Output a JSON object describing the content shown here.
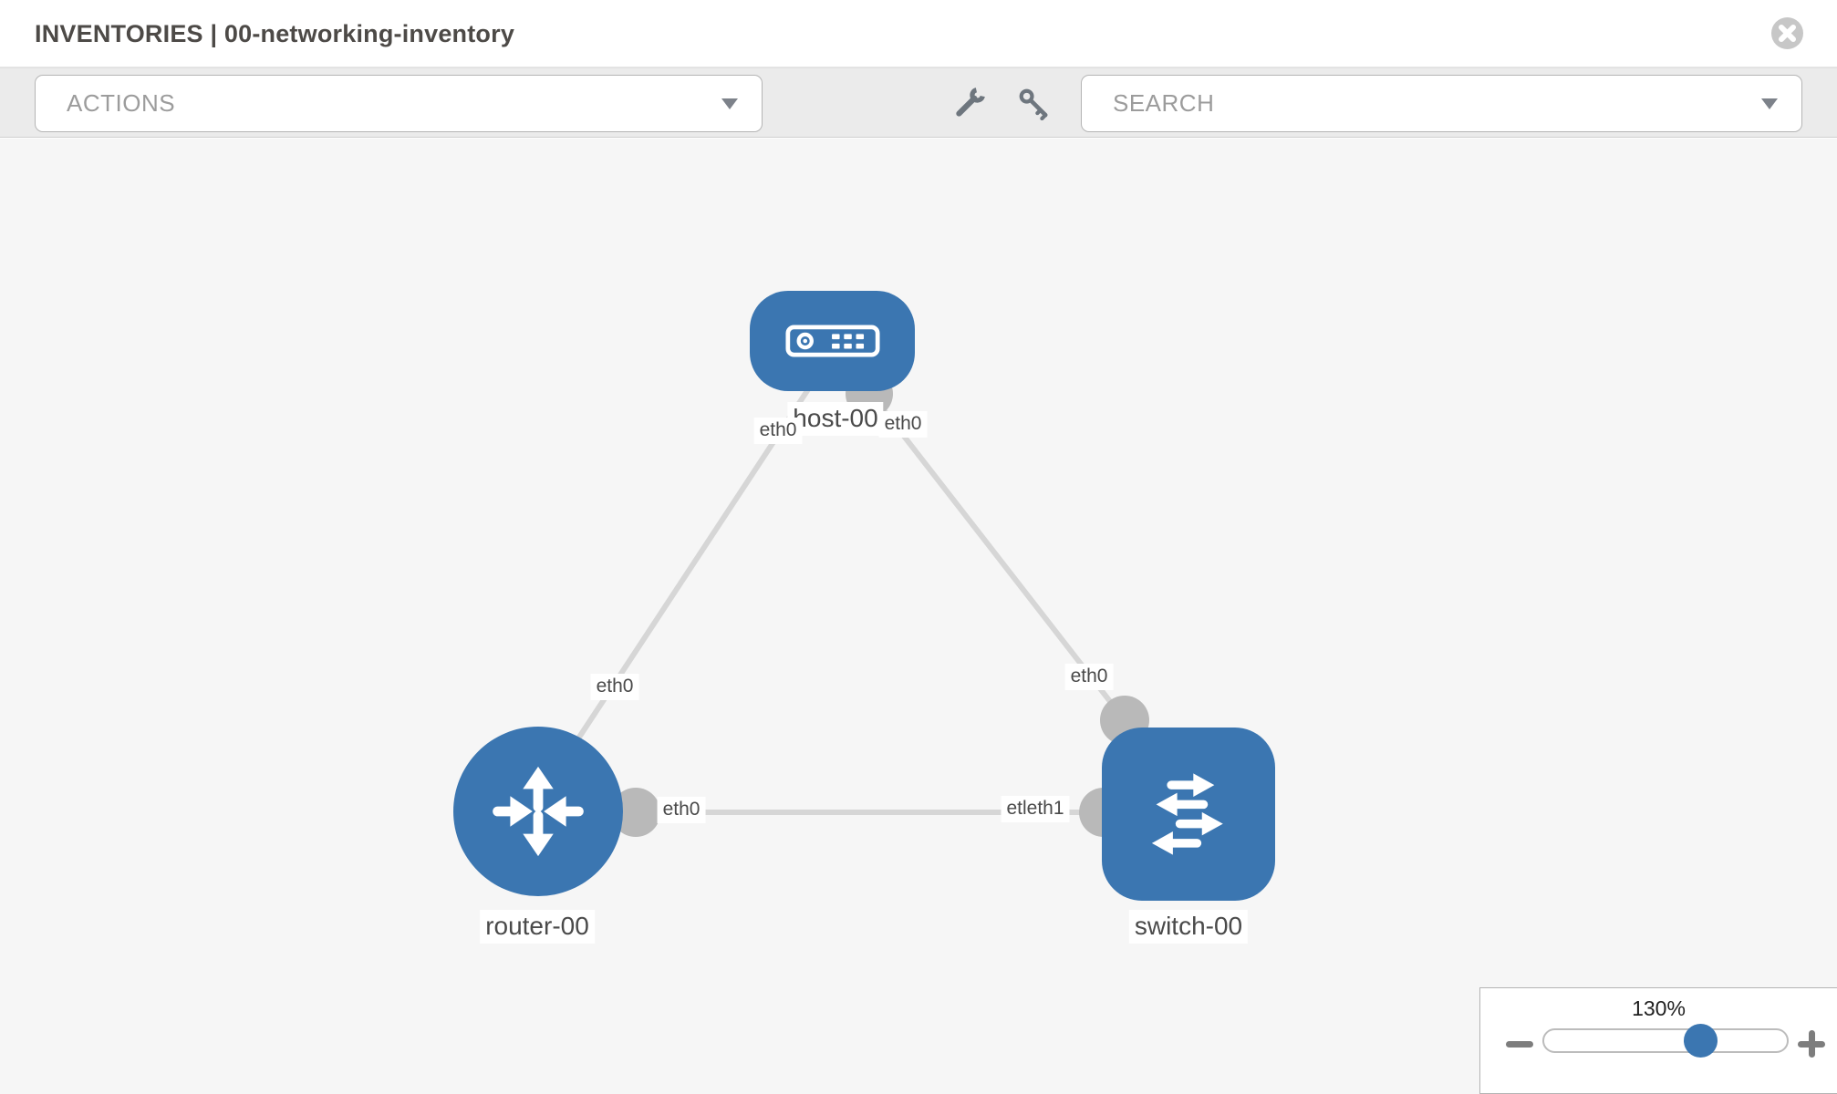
{
  "header": {
    "title": "INVENTORIES | 00-networking-inventory"
  },
  "toolbar": {
    "actions_label": "ACTIONS",
    "search_label": "SEARCH"
  },
  "icons": {
    "header_close": "circle-x-icon",
    "toolbar_tools": [
      "wrench-icon",
      "key-icon"
    ],
    "dropdown_caret": "chevron-down-icon",
    "zoom_controls": [
      "minus-icon",
      "plus-icon"
    ]
  },
  "topology": {
    "nodes": [
      {
        "id": "host-00",
        "type": "host",
        "label": "host-00"
      },
      {
        "id": "router-00",
        "type": "router",
        "label": "router-00"
      },
      {
        "id": "switch-00",
        "type": "switch",
        "label": "switch-00"
      }
    ],
    "links": [
      {
        "from": "host-00",
        "to": "router-00",
        "from_iface": "eth0",
        "to_iface": "eth0"
      },
      {
        "from": "host-00",
        "to": "switch-00",
        "from_iface": "eth0",
        "to_iface": "eth0"
      },
      {
        "from": "router-00",
        "to": "switch-00",
        "from_iface": "eth0",
        "to_iface": "etleth1"
      }
    ],
    "iface_labels": [
      {
        "text": "eth0"
      },
      {
        "text": "eth0"
      },
      {
        "text": "eth0"
      },
      {
        "text": "eth0"
      },
      {
        "text": "eth0"
      },
      {
        "text": "etleth1"
      }
    ]
  },
  "zoom_control": {
    "level": "130%"
  },
  "colors": {
    "node_blue": "#3b76b1",
    "link_gray": "#d6d6d6",
    "interface_gray": "#b9b9b9",
    "toolbar_bg": "#ebebeb",
    "canvas_bg": "#f6f6f6",
    "label_text": "#4a4a4a",
    "title_text": "#4d4a47"
  }
}
